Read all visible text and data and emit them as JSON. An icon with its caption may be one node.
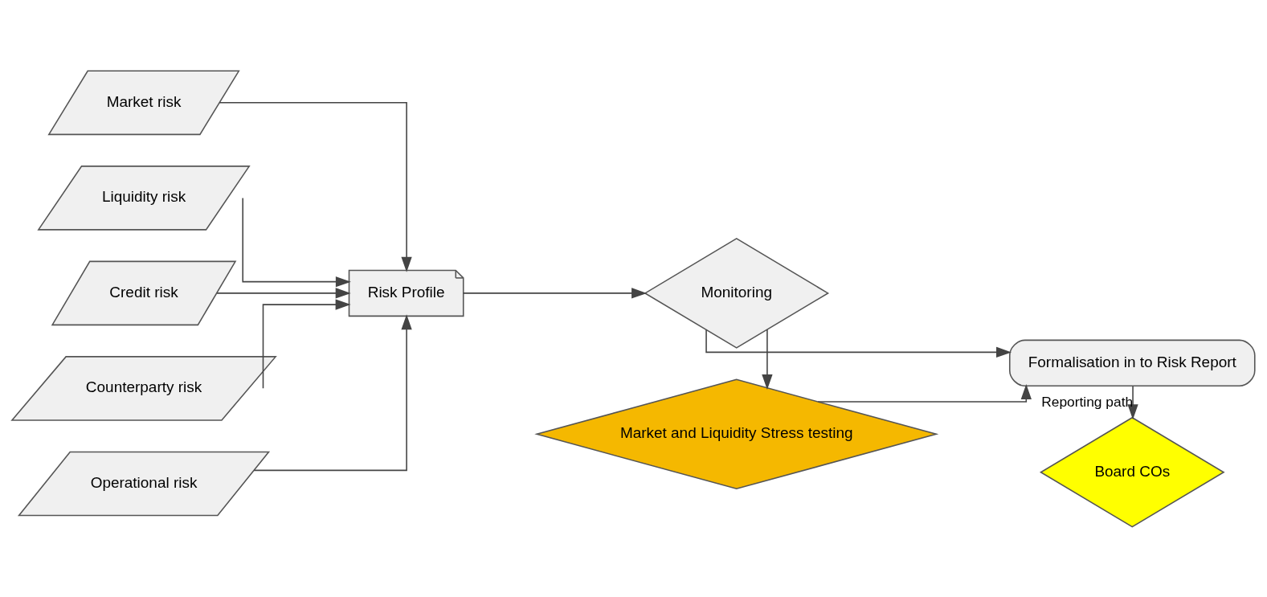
{
  "diagram": {
    "nodes": [
      {
        "text": [
          "Market risk"
        ]
      },
      {
        "text": [
          "Liquidity risk"
        ]
      },
      {
        "text": [
          "Credit risk"
        ]
      },
      {
        "text": [
          "Counterparty risk"
        ]
      },
      {
        "text": [
          "Operational risk"
        ]
      },
      {
        "text": [
          "Risk Profile"
        ]
      },
      {
        "text": [
          "Monitoring"
        ]
      },
      {
        "text": [
          "Formalisation in to Risk Report"
        ]
      },
      {
        "text": [
          "Board COs"
        ]
      },
      {
        "text": [
          "Market and Liquidity Stress testing"
        ]
      }
    ],
    "edges": [
      {
        "from": 0,
        "to": 5,
        "arrow": "to"
      },
      {
        "from": 1,
        "to": 5,
        "arrow": "to"
      },
      {
        "from": 2,
        "to": 5,
        "arrow": "to"
      },
      {
        "from": 3,
        "to": 5,
        "arrow": "to"
      },
      {
        "from": 4,
        "to": 5,
        "arrow": "to"
      },
      {
        "from": 5,
        "to": 6,
        "arrow": "to"
      },
      {
        "from": 6,
        "to": 7,
        "arrow": "to"
      },
      {
        "from": 6,
        "to": 9,
        "arrow": "to"
      },
      {
        "from": 9,
        "to": 7,
        "arrow": "to"
      },
      {
        "from": 7,
        "to": 8,
        "arrow": "to",
        "label": "Reporting path"
      }
    ]
  }
}
